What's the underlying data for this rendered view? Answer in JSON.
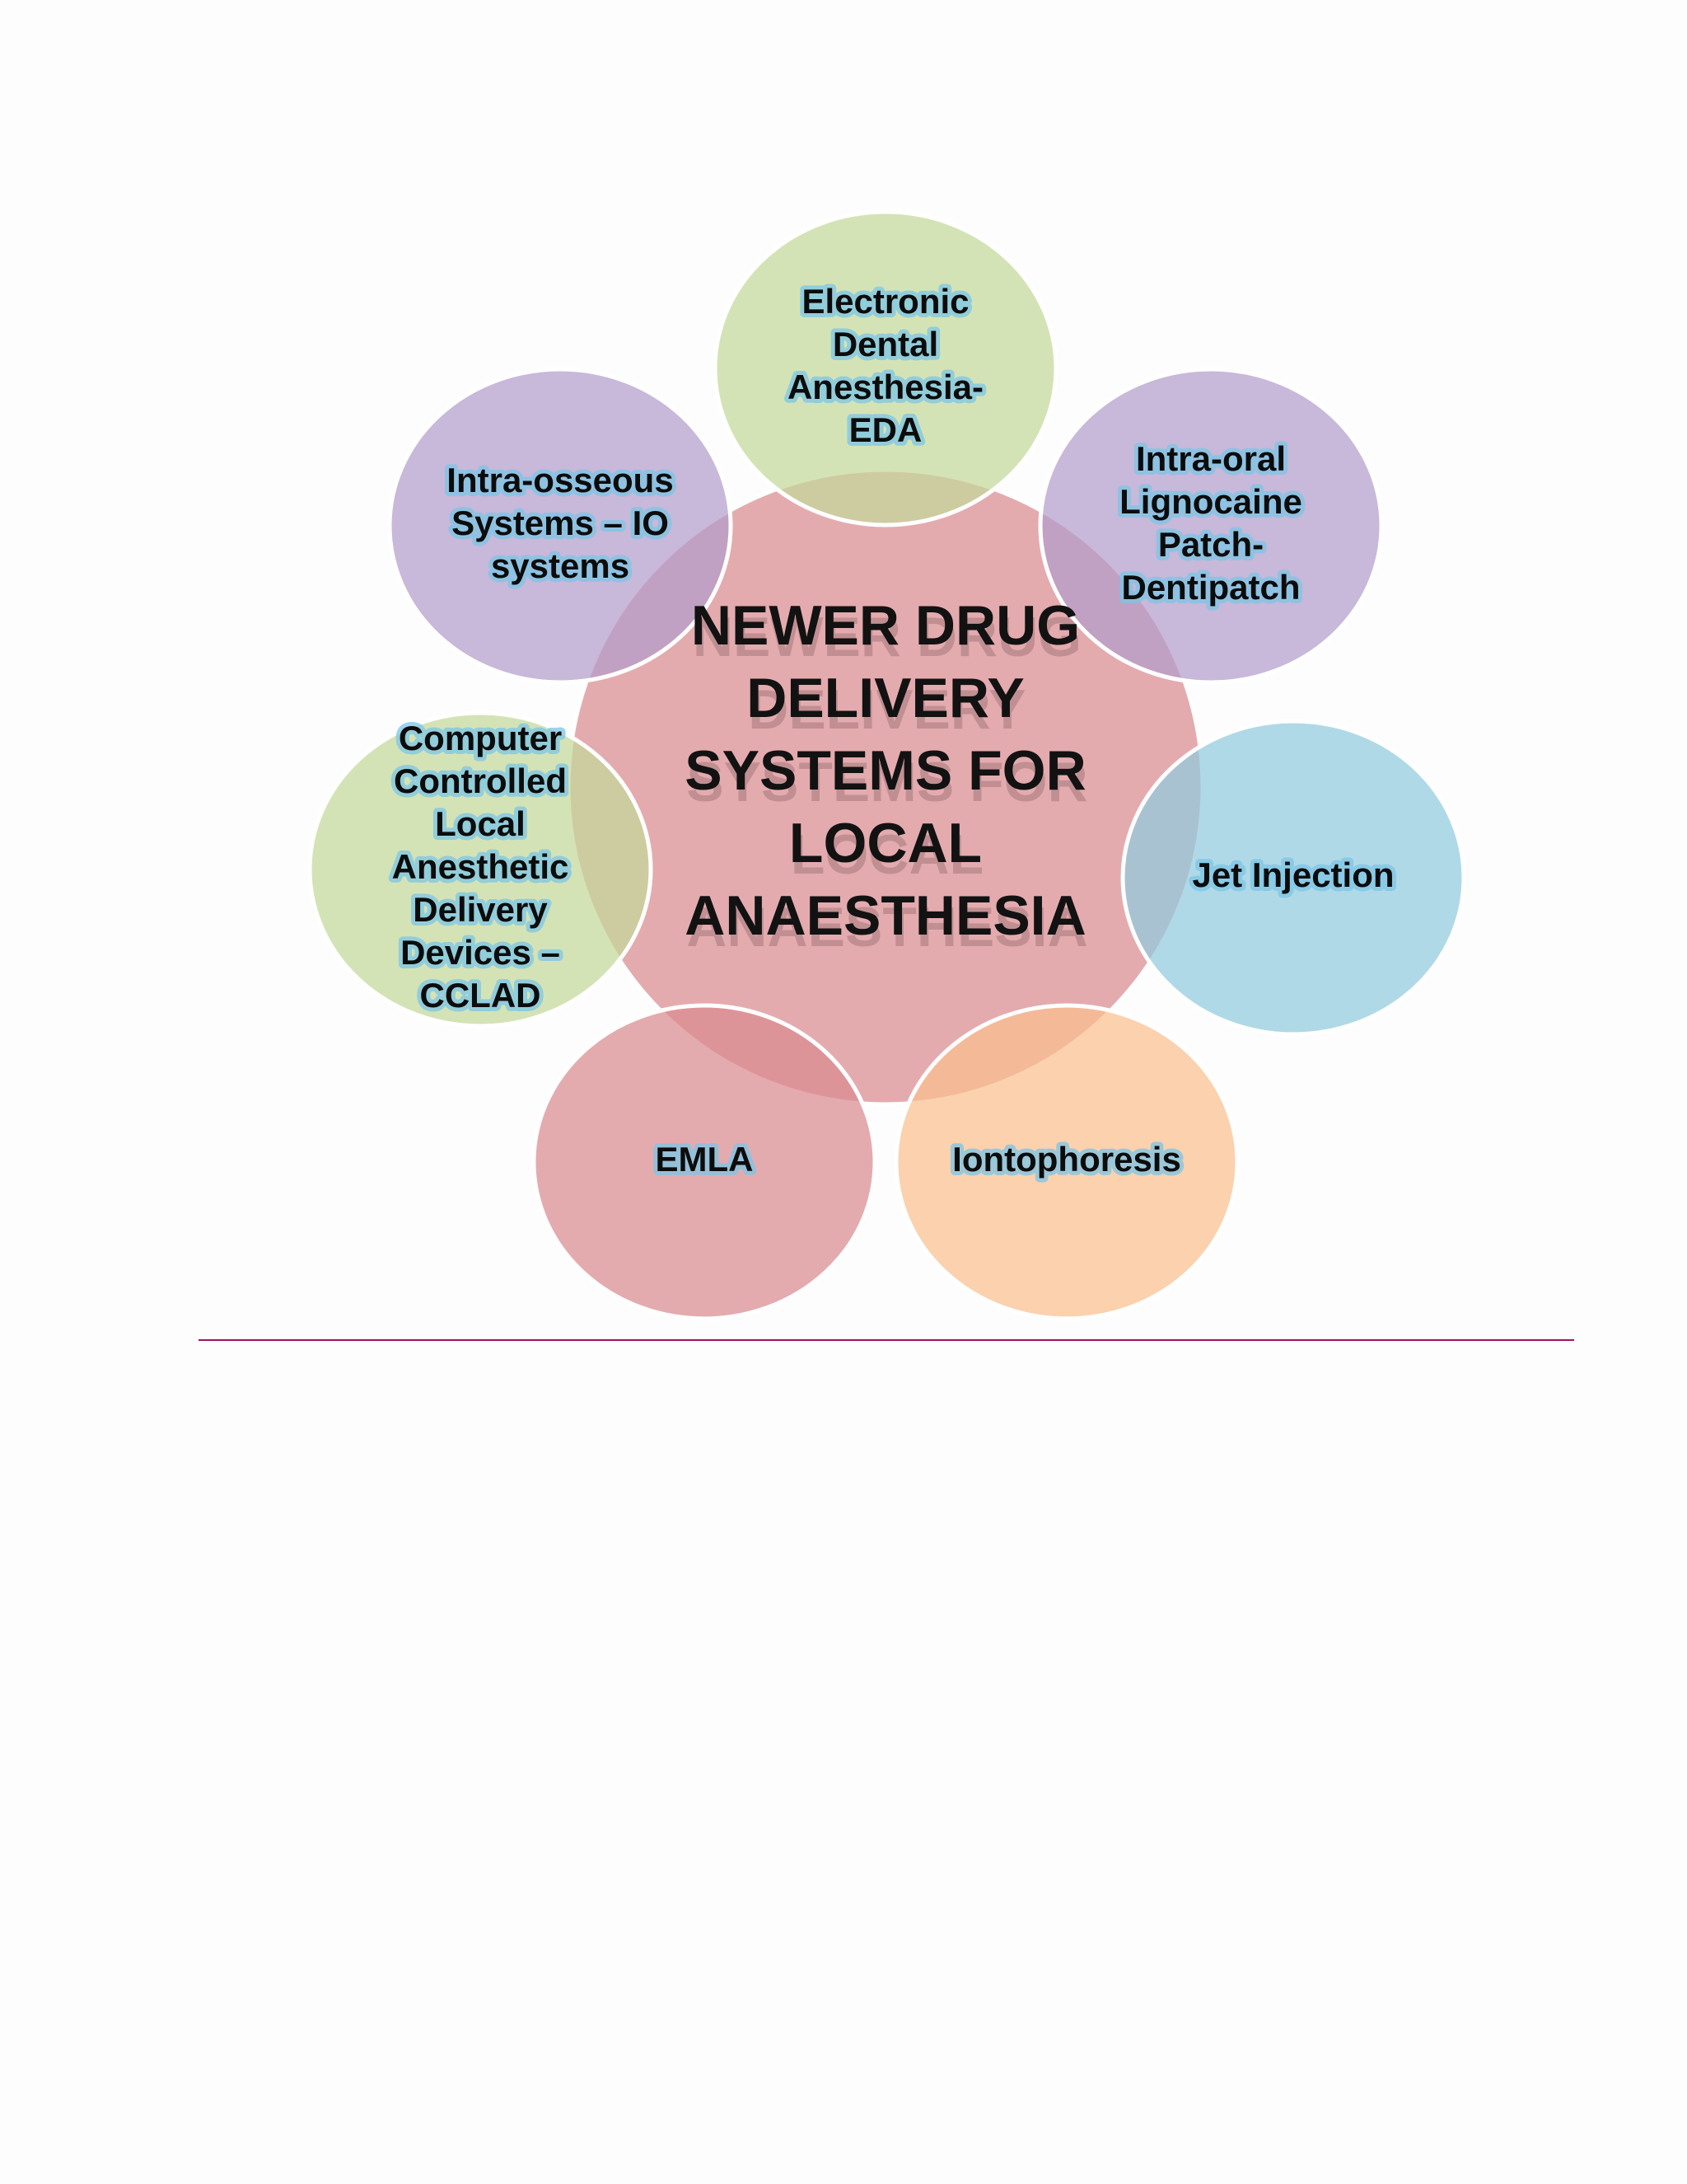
{
  "diagram": {
    "center": {
      "lines": [
        "NEWER DRUG",
        "DELIVERY",
        "SYSTEMS FOR",
        "LOCAL",
        "ANAESTHESIA"
      ],
      "color": "#d98a90"
    },
    "nodes": [
      {
        "key": "eda",
        "lines": [
          "Electronic",
          "Dental",
          "Anesthesia-",
          "EDA"
        ],
        "color": "#c3d89a"
      },
      {
        "key": "dentipatch",
        "lines": [
          "Intra-oral",
          "Lignocaine",
          "Patch-",
          "Dentipatch"
        ],
        "color": "#b39ccb"
      },
      {
        "key": "jet-injection",
        "lines": [
          "Jet Injection"
        ],
        "color": "#92cade"
      },
      {
        "key": "iontophoresis",
        "lines": [
          "Iontophoresis"
        ],
        "color": "#f9bf8f"
      },
      {
        "key": "emla",
        "lines": [
          "EMLA"
        ],
        "color": "#d98a90"
      },
      {
        "key": "cclad",
        "lines": [
          "Computer",
          "Controlled",
          "Local",
          "Anesthetic",
          "Delivery",
          "Devices –",
          "CCLAD"
        ],
        "color": "#c3d89a"
      },
      {
        "key": "io-systems",
        "lines": [
          "Intra-osseous",
          "Systems – IO",
          "systems"
        ],
        "color": "#b39ccb"
      }
    ],
    "rule_color": "#a0106a"
  }
}
